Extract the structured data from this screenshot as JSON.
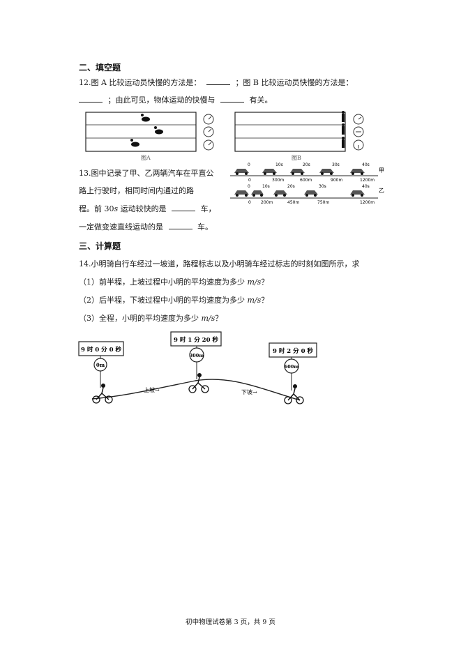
{
  "section2": {
    "title": "二、填空题"
  },
  "q12": {
    "line1_a": "12.图 A 比较运动员快慢的方法是：",
    "line1_b": "；图 B 比较运动员快慢的方法是：",
    "line2_a": "；由此可见，物体运动的快慢与",
    "line2_b": "有关。",
    "figA_caption": "图A",
    "figB_caption": "图B"
  },
  "q13": {
    "line1": "13.图中记录了甲、乙两辆汽车在平直公",
    "line2": "路上行驶时，相同时间内通过的路",
    "line3_a": "程。前 30",
    "line3_unit": "s",
    "line3_b": "运动较快的是",
    "line3_c": "车，",
    "line4_a": "一定做变速直线运动的是",
    "line4_b": "车。",
    "row1_label": "甲",
    "row2_label": "乙",
    "times": [
      "0",
      "10s",
      "20s",
      "30s",
      "40s"
    ],
    "row1_dist": [
      "0",
      "300m",
      "600m",
      "900m",
      "1200m"
    ],
    "row2_dist": [
      "0",
      "200m",
      "450m",
      "750m",
      "1200m"
    ]
  },
  "section3": {
    "title": "三、计算题"
  },
  "q14": {
    "intro": "14.小明骑自行车经过一坡道，路程标志以及小明骑车经过标志的时刻如图所示，求",
    "sub1_a": "（1）前半程，上坡过程中小明的平均速度为多少",
    "sub1_unit": "m/s",
    "sub1_b": "？",
    "sub2_a": "（2）后半程，下坡过程中小明的平均速度为多少",
    "sub2_unit": "m/s",
    "sub2_b": "？",
    "sub3_a": "（3）全程，小明的平均速度为多少",
    "sub3_unit": "m/s",
    "sub3_b": "？",
    "signs": [
      {
        "time": "9 时 0 分 0 秒",
        "dist": "0m"
      },
      {
        "time": "9 时 1 分 20 秒",
        "dist": "300m"
      },
      {
        "time": "9 时 2 分 0 秒",
        "dist": "600m"
      }
    ],
    "uphill": "上坡→",
    "downhill": "下坡→"
  },
  "footer": {
    "text": "初中物理试卷第 3 页，共 9 页"
  }
}
